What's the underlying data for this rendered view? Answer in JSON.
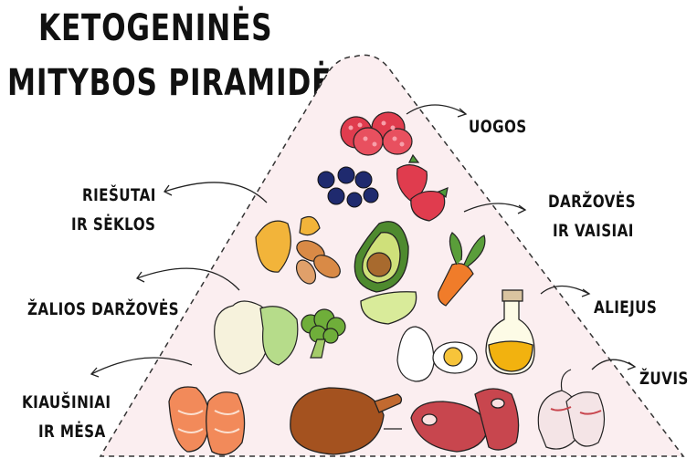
{
  "title": {
    "line1": "KETOGENINĖS",
    "line2": "MITYBOS PIRAMIDĖ"
  },
  "labels": {
    "uogos": "UOGOS",
    "riesutai_1": "RIEŠUTAI",
    "riesutai_2": "IR SĖKLOS",
    "darzoves_1": "DARŽOVĖS",
    "darzoves_2": "IR VAISIAI",
    "zalios": "ŽALIOS DARŽOVĖS",
    "aliejus": "ALIEJUS",
    "zuvis": "ŽUVIS",
    "kiausiniai_1": "KIAUŠINIAI",
    "kiausiniai_2": "IR MĖSA"
  },
  "colors": {
    "pyramid_fill": "#fbeef0",
    "pyramid_stroke": "#333333",
    "berry": "#e03c4e",
    "blueberry": "#1f2a6e",
    "avocado": "#8bb83a",
    "carrot": "#f07c2a",
    "oil": "#f2b20f",
    "salmon": "#f28a5a",
    "chicken": "#a4521f",
    "steak": "#c8464e"
  }
}
